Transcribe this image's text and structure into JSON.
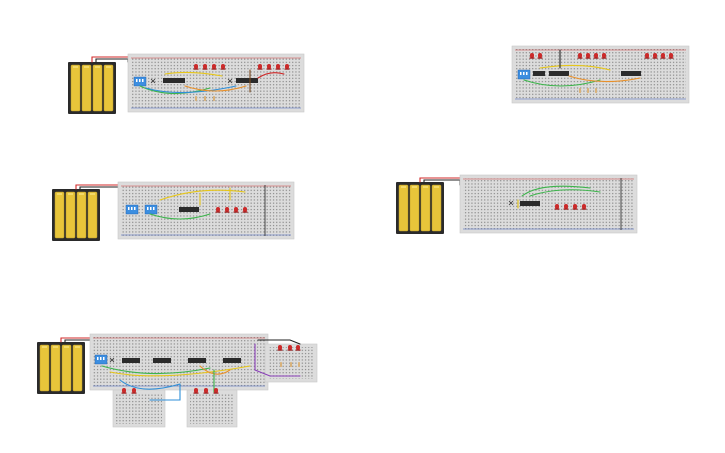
{
  "colors": {
    "background": "#ffffff",
    "breadboard": "#dcdcdc",
    "battery_case": "#2a2a2a",
    "battery_cell": "#e8c53a",
    "led": "#cc2a2a",
    "chip": "#2b2b2b",
    "dip_switch": "#3c8ee0",
    "wire_red": "#d02828",
    "wire_black": "#222222",
    "wire_green": "#3cb44b",
    "wire_yellow": "#e6c619",
    "wire_blue": "#2f8fd8",
    "wire_orange": "#e8902a",
    "wire_purple": "#8a3fb8",
    "wire_brown": "#7a4a1f"
  },
  "circuits": [
    {
      "id": "circuit-1",
      "has_battery": true,
      "chips": 2,
      "leds": 8,
      "dip_switches": 1
    },
    {
      "id": "circuit-2",
      "has_battery": false,
      "chips": 3,
      "leds": 10,
      "dip_switches": 1
    },
    {
      "id": "circuit-3",
      "has_battery": true,
      "chips": 1,
      "leds": 4,
      "dip_switches": 2
    },
    {
      "id": "circuit-4",
      "has_battery": true,
      "chips": 1,
      "leds": 4,
      "dip_switches": 0
    },
    {
      "id": "circuit-5",
      "has_battery": true,
      "chips": 4,
      "leds": 8,
      "dip_switches": 1
    }
  ]
}
